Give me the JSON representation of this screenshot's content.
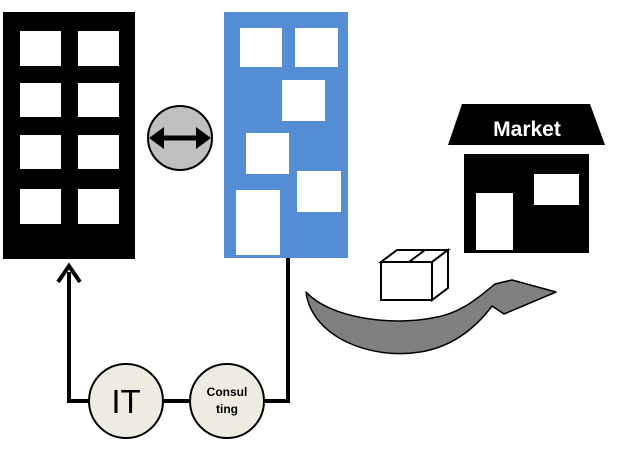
{
  "diagram": {
    "market_label": "Market",
    "it_label": "IT",
    "consulting_label_line1": "Consul",
    "consulting_label_line2": "ting"
  },
  "colors": {
    "black_building": "#000000",
    "blue_building": "#548DD4",
    "window": "#FFFFFF",
    "exchange_circle": "#BFBFBF",
    "process_circle": "#EEECE1",
    "flow_arrow": "#808080"
  },
  "icons": [
    "exchange-arrows-icon",
    "package-box-icon",
    "market-store-icon",
    "curved-arrow-icon"
  ]
}
